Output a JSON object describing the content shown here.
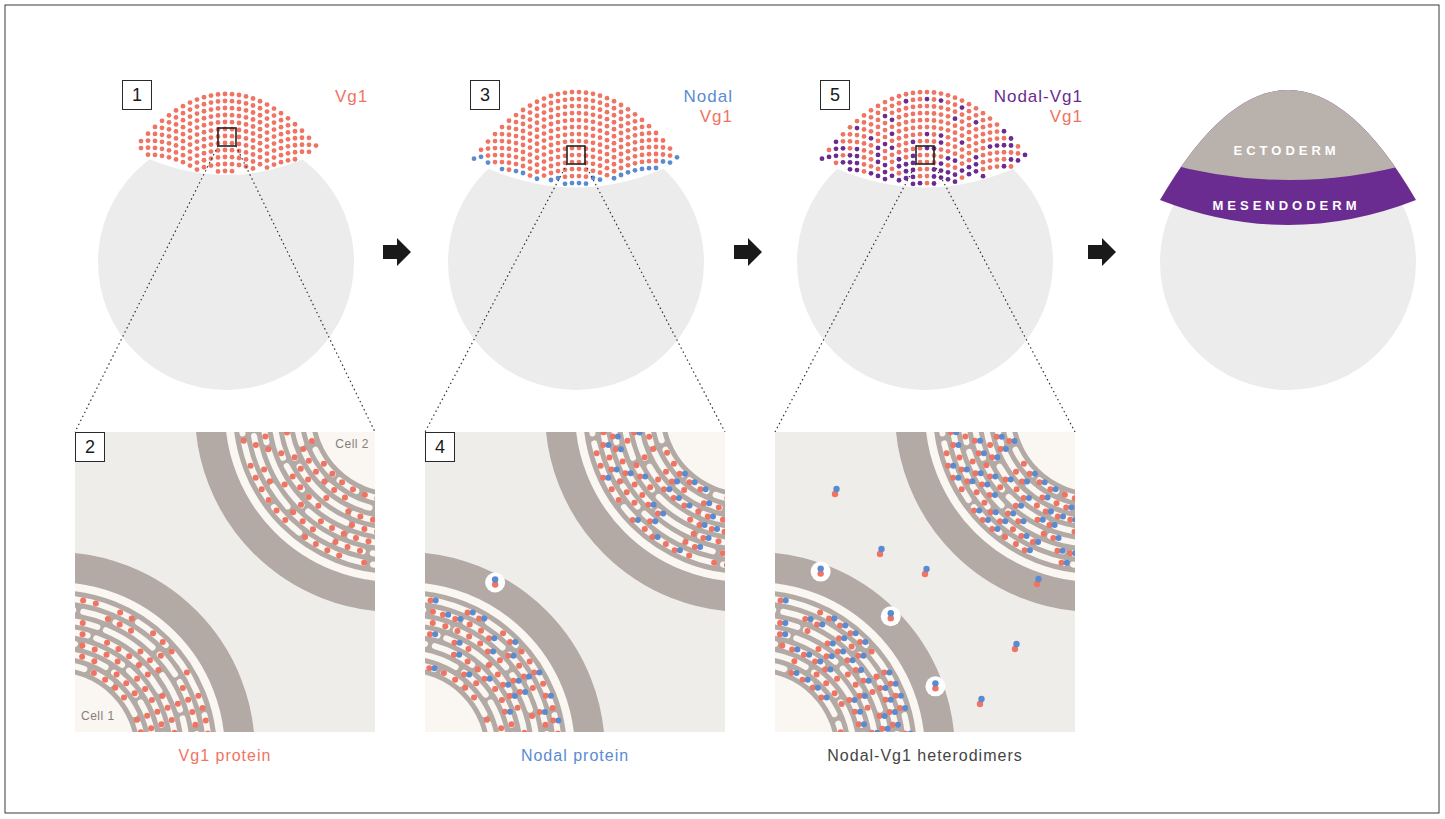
{
  "diagram": {
    "nodes": [
      {
        "text": [
          "1"
        ]
      },
      {
        "text": [
          "3"
        ]
      },
      {
        "text": [
          "5"
        ]
      },
      {
        "text": [
          "ECTODERM"
        ]
      },
      {
        "text": [
          "MESENDODERM"
        ]
      },
      {
        "text": [
          "2"
        ]
      },
      {
        "text": [
          "4"
        ]
      }
    ],
    "labels": [
      "Vg1",
      "Nodal",
      "Vg1",
      "Nodal-Vg1",
      "Vg1",
      "Cell 2",
      "Cell 1",
      "Vg1 protein",
      "Nodal protein",
      "Nodal-Vg1 heterodimers"
    ]
  }
}
